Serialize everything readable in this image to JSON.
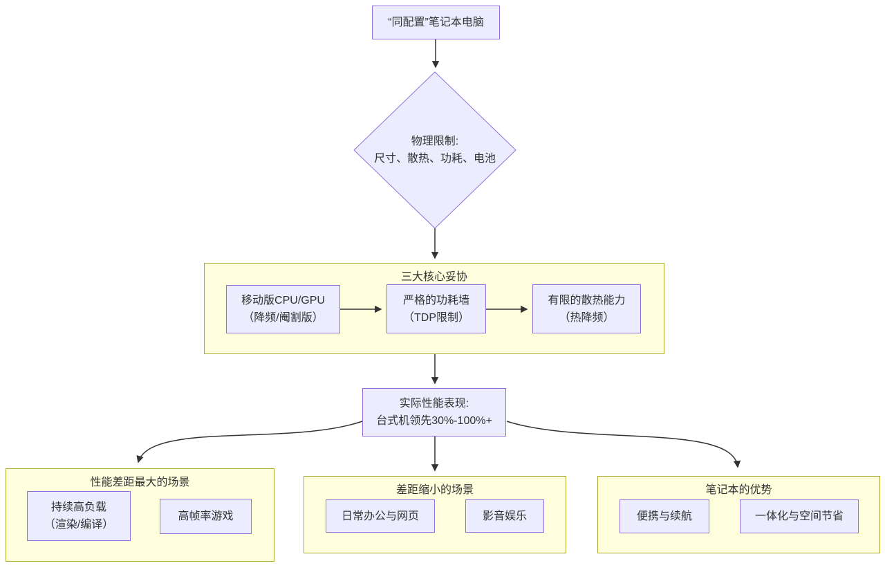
{
  "diagram": {
    "title_hint": "laptop-vs-desktop-performance-flowchart",
    "colors": {
      "node_fill": "#ECECFF",
      "node_border": "#9370DB",
      "subgraph_fill": "#ffffde",
      "subgraph_border": "#aaaa33",
      "edge": "#333333",
      "text": "#333333",
      "background": "#ffffff"
    },
    "nodes": {
      "laptop": {
        "label": "“同配置”笔记本电脑"
      },
      "physical_limits": {
        "line1": "物理限制:",
        "line2": "尺寸、散热、功耗、电池"
      },
      "mobile_cpu": {
        "line1": "移动版CPU/GPU",
        "line2": "（降频/阉割版）"
      },
      "power_wall": {
        "line1": "严格的功耗墙",
        "line2": "（TDP限制）"
      },
      "thermal": {
        "line1": "有限的散热能力",
        "line2": "（热降频）"
      },
      "performance": {
        "line1": "实际性能表现:",
        "line2": "台式机领先30%-100%+"
      },
      "sustained_load": {
        "line1": "持续高负载",
        "line2": "（渲染/编译）"
      },
      "high_fps": {
        "label": "高帧率游戏"
      },
      "office_web": {
        "label": "日常办公与网页"
      },
      "media": {
        "label": "影音娱乐"
      },
      "portability": {
        "label": "便携与续航"
      },
      "integration": {
        "label": "一体化与空间节省"
      }
    },
    "subgraphs": {
      "compromises": {
        "title": "三大核心妥协"
      },
      "biggest_gap": {
        "title": "性能差距最大的场景"
      },
      "smaller_gap": {
        "title": "差距缩小的场景"
      },
      "advantages": {
        "title": "笔记本的优势"
      }
    }
  }
}
